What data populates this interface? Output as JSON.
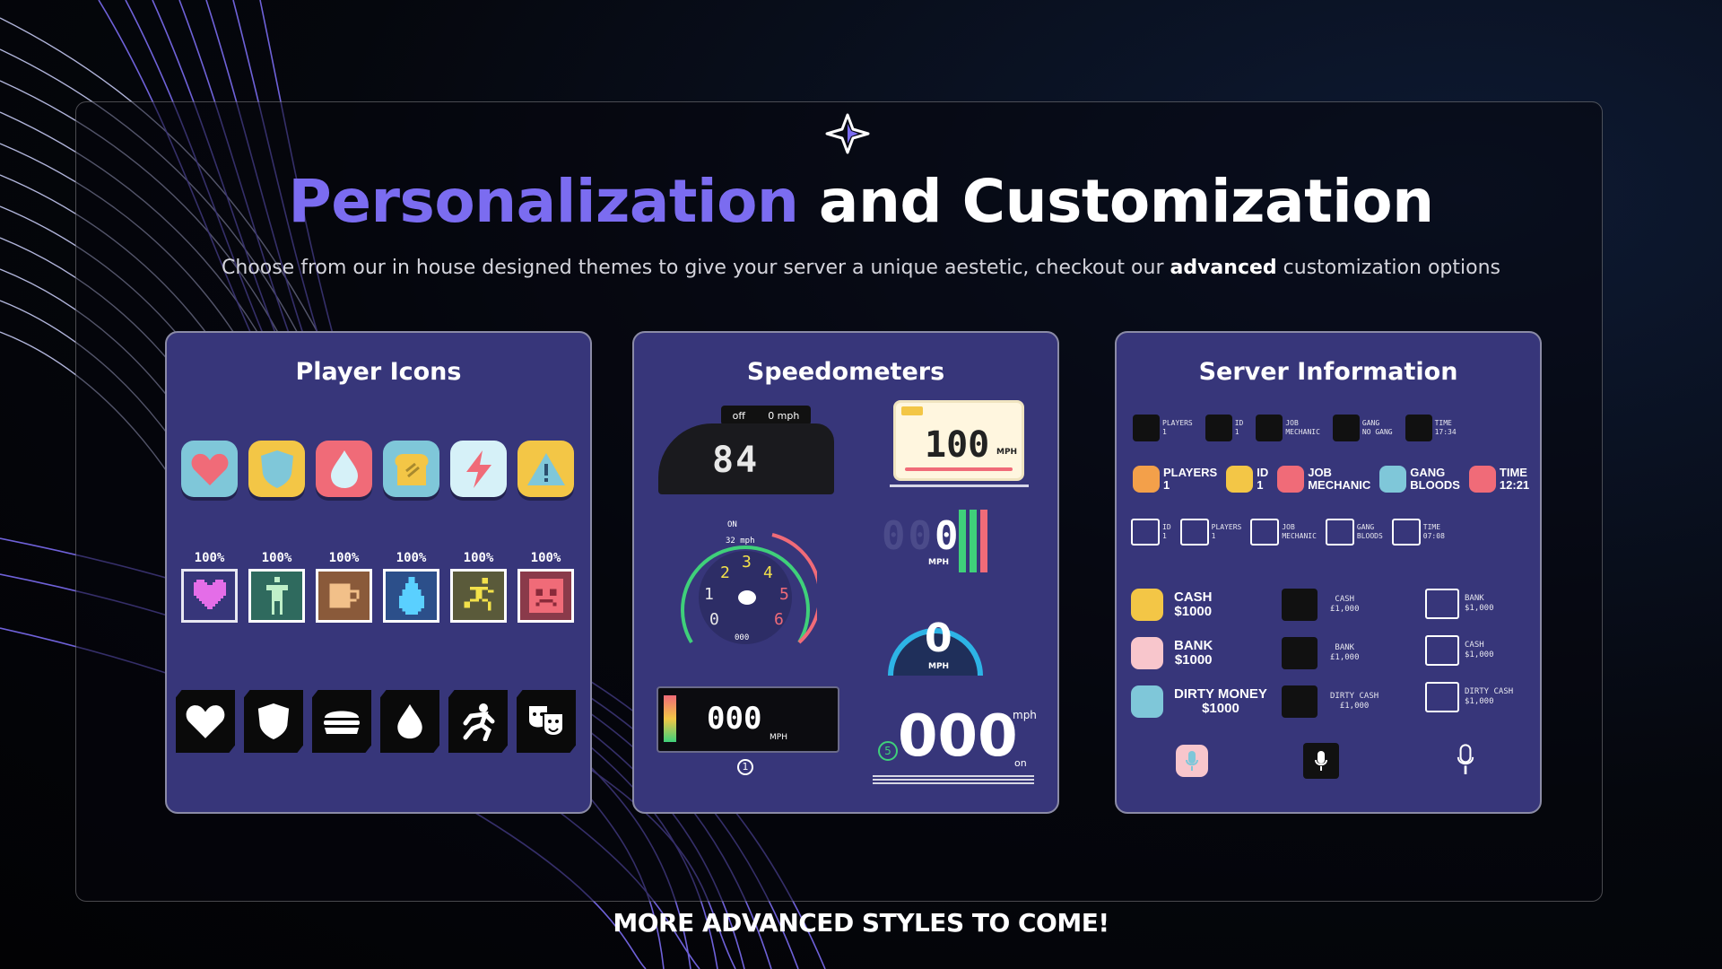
{
  "heading": {
    "accent": "Personalization",
    "rest": "and Customization"
  },
  "subtitle": {
    "before": "Choose from our in house designed themes to give your server a unique aestetic, checkout our ",
    "bold": "advanced",
    "after": " customization options"
  },
  "footer": "MORE ADVANCED STYLES TO COME!",
  "colors": {
    "accent": "#7b6cf0",
    "panel": "#37367a"
  },
  "panels": {
    "player_icons": {
      "title": "Player Icons",
      "percent_labels": [
        "100%",
        "100%",
        "100%",
        "100%",
        "100%",
        "100%"
      ]
    },
    "speedometers": {
      "title": "Speedometers",
      "s1": {
        "status_off": "off",
        "status_speed": "0 mph",
        "speed": "84"
      },
      "s2": {
        "speed": "100",
        "unit": "MPH"
      },
      "s3": {
        "speed": "32 mph",
        "on": "ON",
        "sub": "000",
        "gears": [
          "1",
          "2",
          "3",
          "4",
          "5",
          "6",
          "0"
        ]
      },
      "s4": {
        "speed": "0",
        "unit": "MPH"
      },
      "s5": {
        "speed": "000",
        "unit": "MPH",
        "gear": "1"
      },
      "s6": {
        "speed": "0",
        "unit": "MPH"
      },
      "s7": {
        "speed": "000",
        "unit": "mph",
        "gear": "5",
        "on": "on"
      }
    },
    "server_info": {
      "title": "Server Information",
      "row1": [
        {
          "k": "PLAYERS",
          "v": "1"
        },
        {
          "k": "ID",
          "v": "1"
        },
        {
          "k": "JOB",
          "v": "MECHANIC"
        },
        {
          "k": "GANG",
          "v": "NO GANG"
        },
        {
          "k": "TIME",
          "v": "17:34"
        }
      ],
      "row2": [
        {
          "k": "PLAYERS",
          "v": "1"
        },
        {
          "k": "ID",
          "v": "1"
        },
        {
          "k": "JOB",
          "v": "MECHANIC"
        },
        {
          "k": "GANG",
          "v": "BLOODS"
        },
        {
          "k": "TIME",
          "v": "12:21"
        }
      ],
      "row3": [
        {
          "k": "ID",
          "v": "1"
        },
        {
          "k": "PLAYERS",
          "v": "1"
        },
        {
          "k": "JOB",
          "v": "MECHANIC"
        },
        {
          "k": "GANG",
          "v": "BLOODS"
        },
        {
          "k": "TIME",
          "v": "07:08"
        }
      ],
      "money_col1": [
        {
          "k": "CASH",
          "v": "$1000"
        },
        {
          "k": "BANK",
          "v": "$1000"
        },
        {
          "k": "DIRTY MONEY",
          "v": "$1000"
        }
      ],
      "money_col2": [
        {
          "k": "CASH",
          "v": "£1,000"
        },
        {
          "k": "BANK",
          "v": "£1,000"
        },
        {
          "k": "DIRTY CASH",
          "v": "£1,000"
        }
      ],
      "money_col3": [
        {
          "k": "BANK",
          "v": "$1,000"
        },
        {
          "k": "CASH",
          "v": "$1,000"
        },
        {
          "k": "DIRTY CASH",
          "v": "$1,000"
        }
      ]
    }
  }
}
